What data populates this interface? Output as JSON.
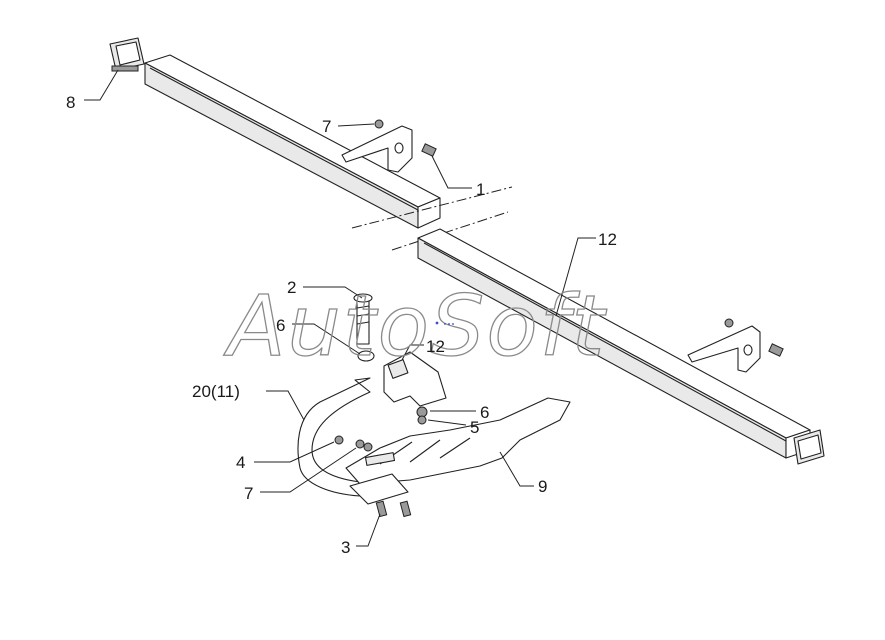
{
  "watermark": "AutoSoft",
  "callouts": [
    {
      "id": "c-8",
      "text": "8"
    },
    {
      "id": "c-7a",
      "text": "7"
    },
    {
      "id": "c-1",
      "text": "1"
    },
    {
      "id": "c-12a",
      "text": "12"
    },
    {
      "id": "c-2",
      "text": "2"
    },
    {
      "id": "c-6a",
      "text": "6"
    },
    {
      "id": "c-12b",
      "text": "12"
    },
    {
      "id": "c-20",
      "text": "20(11)"
    },
    {
      "id": "c-6b",
      "text": "6"
    },
    {
      "id": "c-5",
      "text": "5"
    },
    {
      "id": "c-4",
      "text": "4"
    },
    {
      "id": "c-7b",
      "text": "7"
    },
    {
      "id": "c-9",
      "text": "9"
    },
    {
      "id": "c-3",
      "text": "3"
    }
  ]
}
